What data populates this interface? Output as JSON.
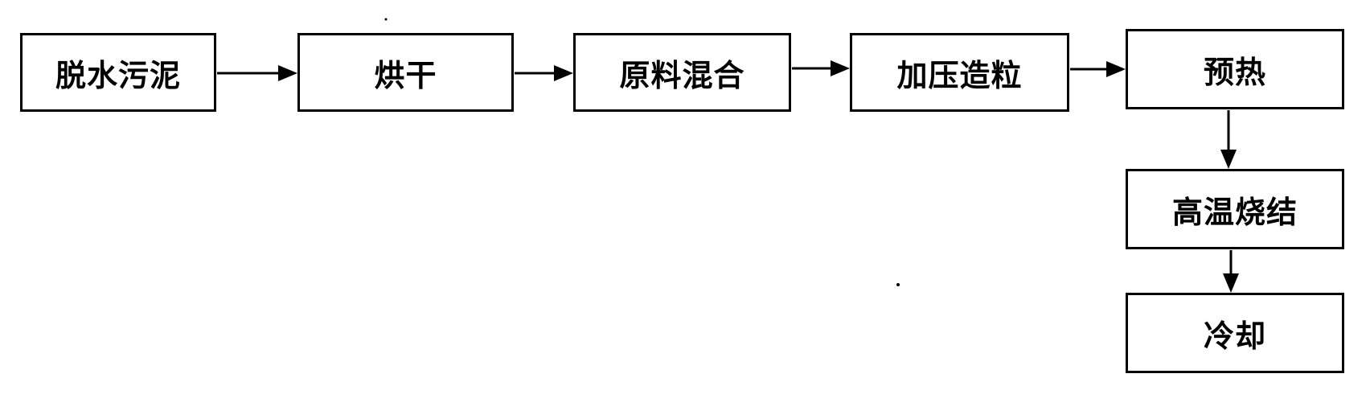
{
  "diagram": {
    "steps": [
      {
        "label": "脱水污泥"
      },
      {
        "label": "烘干"
      },
      {
        "label": "原料混合"
      },
      {
        "label": "加压造粒"
      },
      {
        "label": "预热"
      },
      {
        "label": "高温烧结"
      },
      {
        "label": "冷却"
      }
    ]
  },
  "colors": {
    "line": "#000000",
    "box_border": "#000000",
    "background": "#ffffff"
  }
}
